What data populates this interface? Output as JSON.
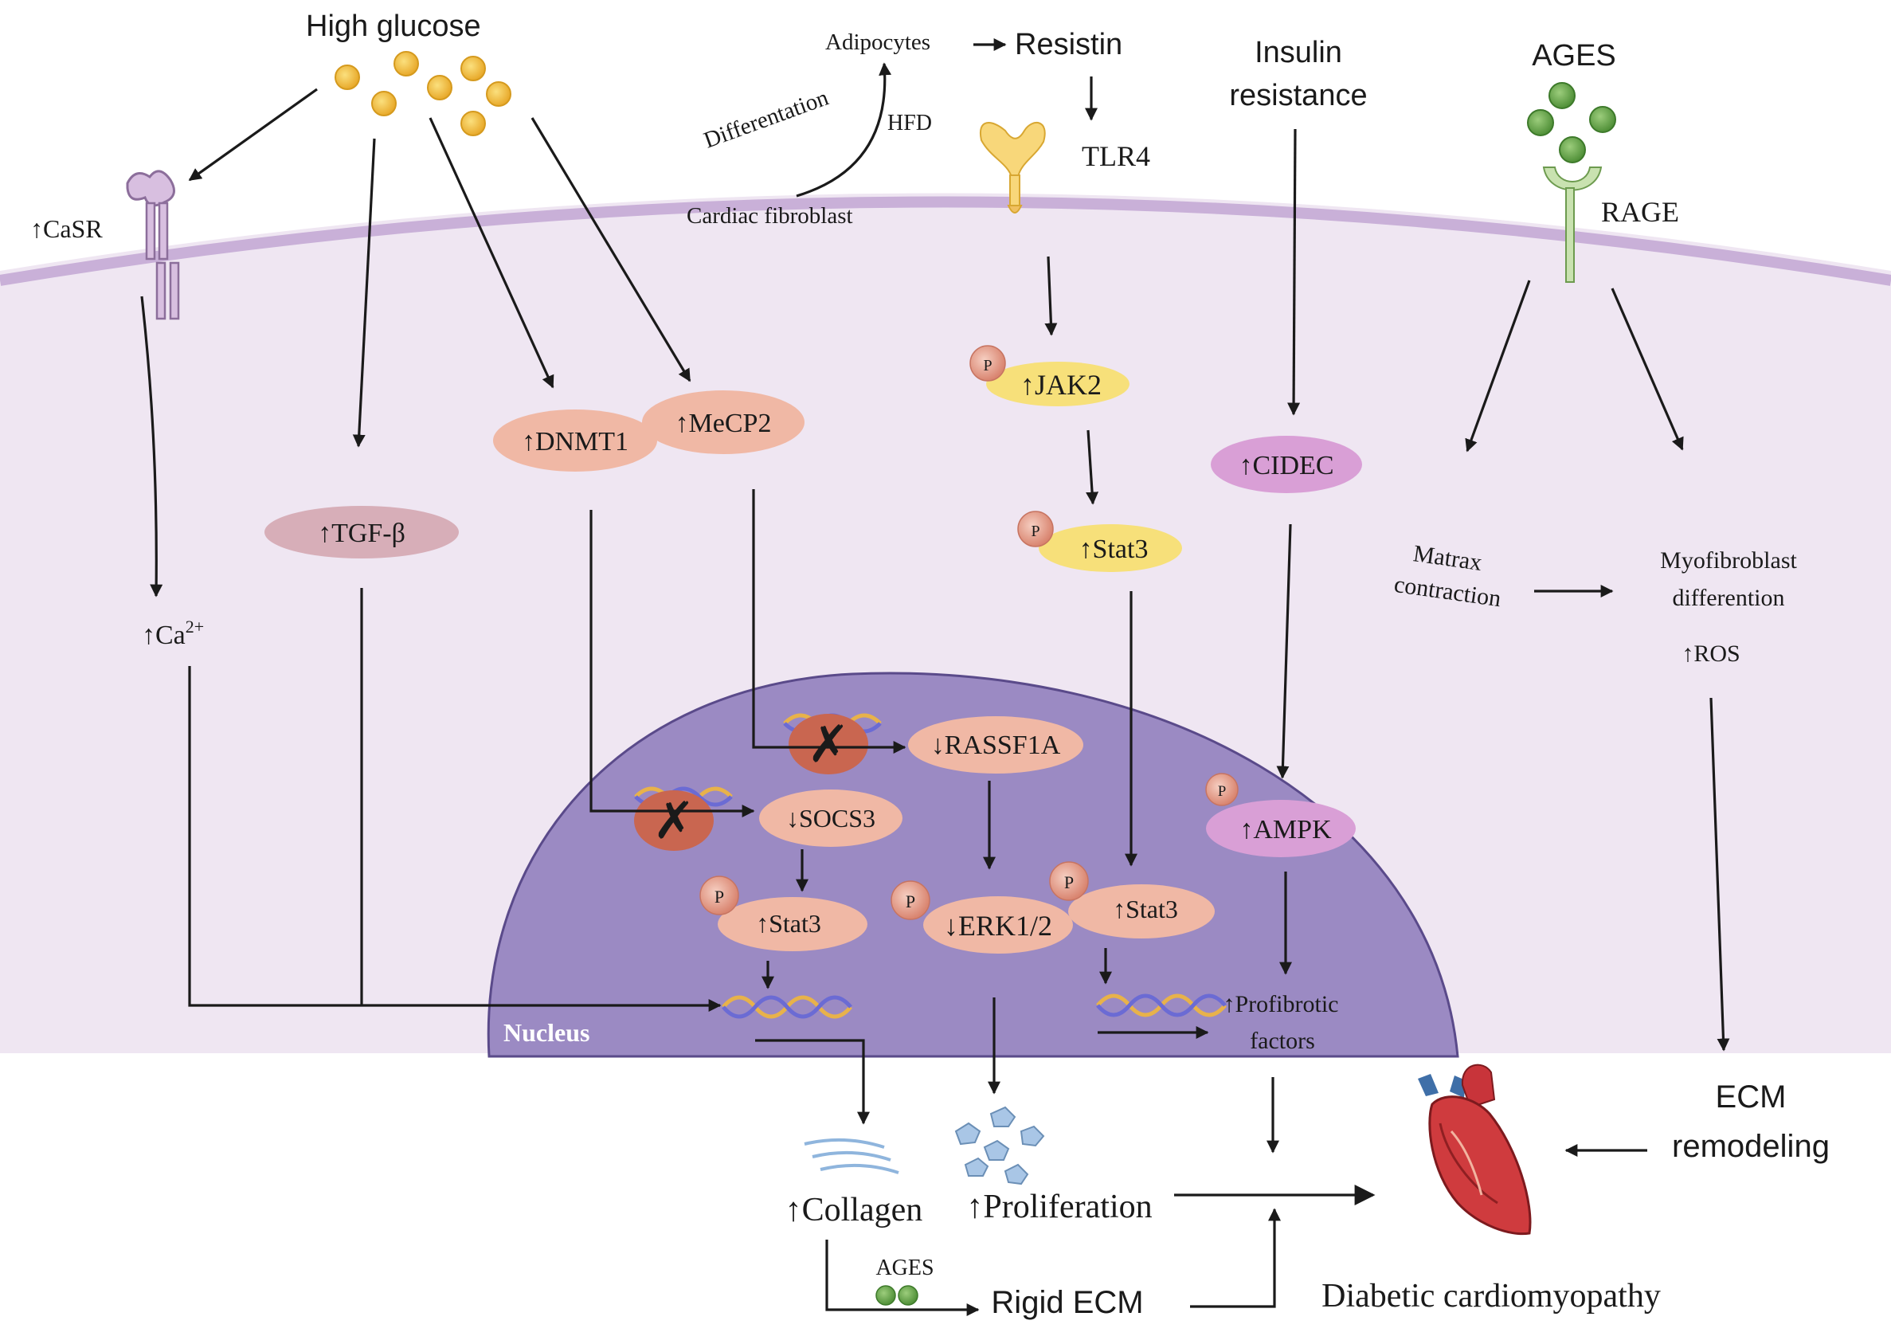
{
  "stimuli": {
    "high_glucose": "High glucose",
    "resistin": "Resistin",
    "adipocytes": "Adipocytes",
    "differentation": "Differentation",
    "hfd": "HFD",
    "cardiac_fibroblast": "Cardiac fibroblast",
    "insulin_line1": "Insulin",
    "insulin_line2": "resistance",
    "ages_top": "AGES"
  },
  "receptors": {
    "casr": "↑CaSR",
    "tlr4": "TLR4",
    "rage": "RAGE",
    "p_label": "P"
  },
  "cytoplasm": {
    "ca": "↑Ca",
    "ca_sup": "2+",
    "tgfb": "↑TGF-β",
    "dnmt1": "↑DNMT1",
    "mecp2": "↑MeCP2",
    "jak2": "↑JAK2",
    "stat3": "↑Stat3",
    "cidec": "↑CIDEC",
    "matrax_line1": "Matrax",
    "matrax_line2": "contraction",
    "myo_line1": "Myofibroblast",
    "myo_line2": "differention",
    "ros": "↑ROS"
  },
  "nucleus": {
    "label": "Nucleus",
    "rassf1a": "↓RASSF1A",
    "socs3": "↓SOCS3",
    "stat3_left": "↑Stat3",
    "erk": "↓ERK1/2",
    "stat3_right": "↑Stat3",
    "ampk": "↑AMPK",
    "profibrotic_line1": "↑Profibrotic",
    "profibrotic_line2": "factors"
  },
  "outcomes": {
    "collagen": "↑Collagen",
    "proliferation": "↑Proliferation",
    "ages_small": "AGES",
    "rigid_ecm": "Rigid ECM",
    "ecm_line1": "ECM",
    "ecm_line2": "remodeling",
    "dcm": "Diabetic cardiomyopathy"
  },
  "colors": {
    "cell": "#efe6f2",
    "membrane": "#c9b0d8",
    "nucleus": "#9b8ac3",
    "salmon": "#f0b8a5",
    "mauve": "#d7aeb8",
    "yellow": "#f7e07a",
    "pink": "#d99fd6",
    "block": "#c96650",
    "glucose": "#f6c24a",
    "ages": "#6aa84f"
  }
}
